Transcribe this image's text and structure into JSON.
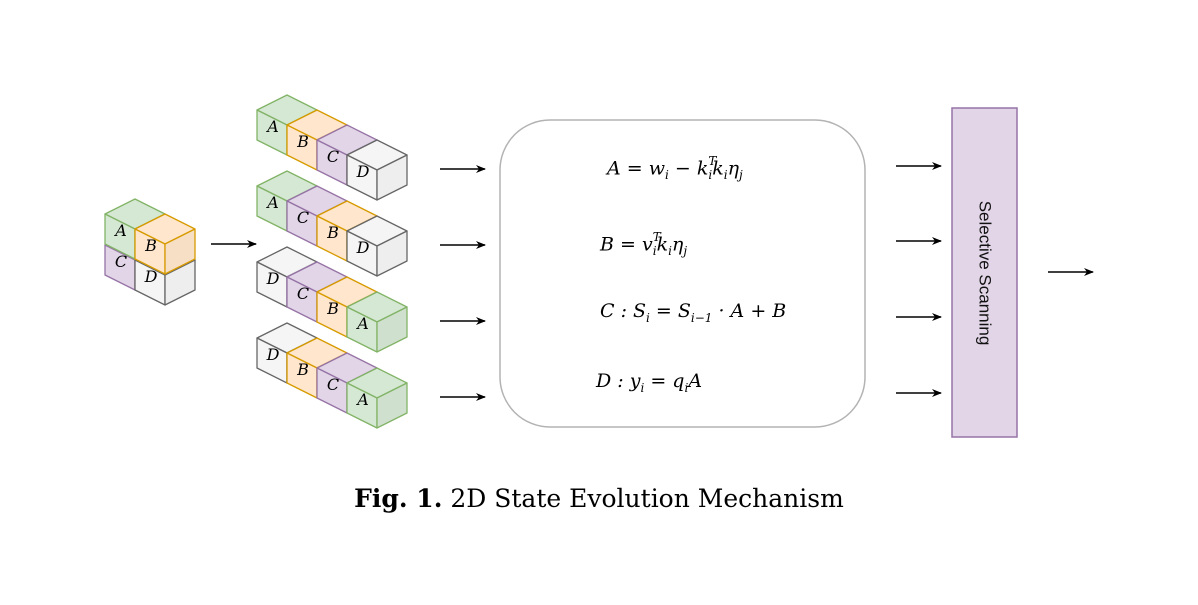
{
  "colors": {
    "green_fill": "#d5e8d4",
    "green_stroke": "#82b366",
    "orange_fill": "#ffe6cc",
    "orange_stroke": "#d79b00",
    "purple_fill": "#e1d5e7",
    "purple_stroke": "#9673a6",
    "white_fill": "#f5f5f5",
    "white_stroke": "#666666",
    "formula_box_stroke": "#b3b3b3"
  },
  "input_block": {
    "top": [
      "A",
      "B"
    ],
    "bottom": [
      "C",
      "D"
    ]
  },
  "sequences": [
    [
      "A",
      "B",
      "C",
      "D"
    ],
    [
      "A",
      "C",
      "B",
      "D"
    ],
    [
      "D",
      "C",
      "B",
      "A"
    ],
    [
      "D",
      "B",
      "C",
      "A"
    ]
  ],
  "formulas": {
    "a": {
      "lhs": "A",
      "eq": " = w",
      "sub1": "i",
      "minus": " − k",
      "sup": "T",
      "sub2": "i",
      "rest1": "k",
      "sub3": "i",
      "rest2": "η",
      "sub4": "j"
    },
    "b": {
      "lhs": "B",
      "eq": " = v",
      "sup": "T",
      "sub1": "i",
      "rest1": "k",
      "sub2": "i",
      "rest2": "η",
      "sub3": "j"
    },
    "c": {
      "lhs": "C : S",
      "sub1": "i",
      "eq": " = S",
      "sub2": "i−1",
      "rest": " · A + B"
    },
    "d": {
      "lhs": "D : y",
      "sub1": "i",
      "eq": " = q",
      "sub2": "i",
      "rest": "A"
    }
  },
  "selective_scanning": "Selective Scanning",
  "caption": {
    "label": "Fig. 1.",
    "text": "2D State Evolution Mechanism"
  }
}
